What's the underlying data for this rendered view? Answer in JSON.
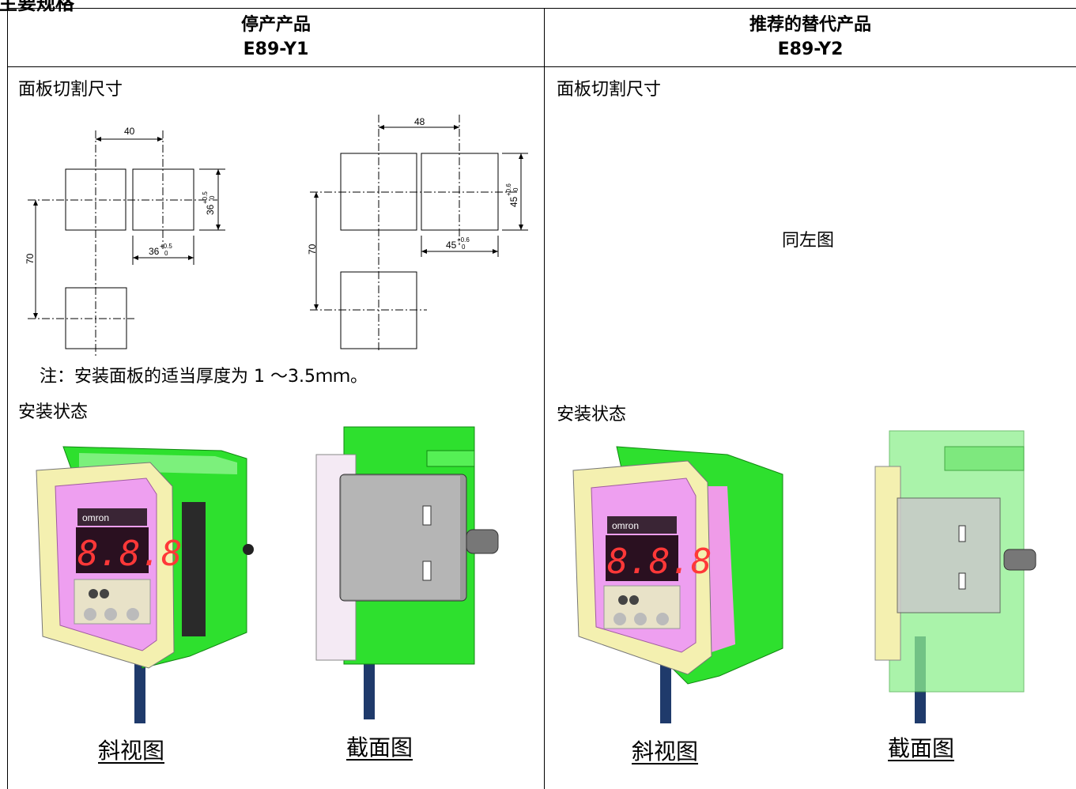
{
  "page_header": "主要规格",
  "left": {
    "title": "停产产品",
    "model": "E89-Y1",
    "cutout_label": "面板切割尺寸",
    "note": "注：安装面板的适当厚度为 1 ～3.5ｍｍ。",
    "mount_label": "安装状态",
    "caption_oblique": "斜视图",
    "caption_section": "截面图",
    "dims_small": {
      "pitch_h": "40",
      "pitch_v": "70",
      "cut_w": "36",
      "cut_h": "36",
      "tol_plus": "+0.5",
      "tol_minus": "0"
    },
    "dims_large": {
      "pitch_h": "48",
      "pitch_v": "70",
      "cut_w": "45",
      "cut_h": "45",
      "tol_plus": "+0.6",
      "tol_minus": "0"
    }
  },
  "right": {
    "title": "推荐的替代产品",
    "model": "E89-Y2",
    "cutout_label": "面板切割尺寸",
    "same_as_left": "同左图",
    "mount_label": "安装状态",
    "caption_oblique": "斜视图",
    "caption_section": "截面图"
  },
  "device_display": {
    "brand": "omron",
    "digits": "8.8.8"
  }
}
